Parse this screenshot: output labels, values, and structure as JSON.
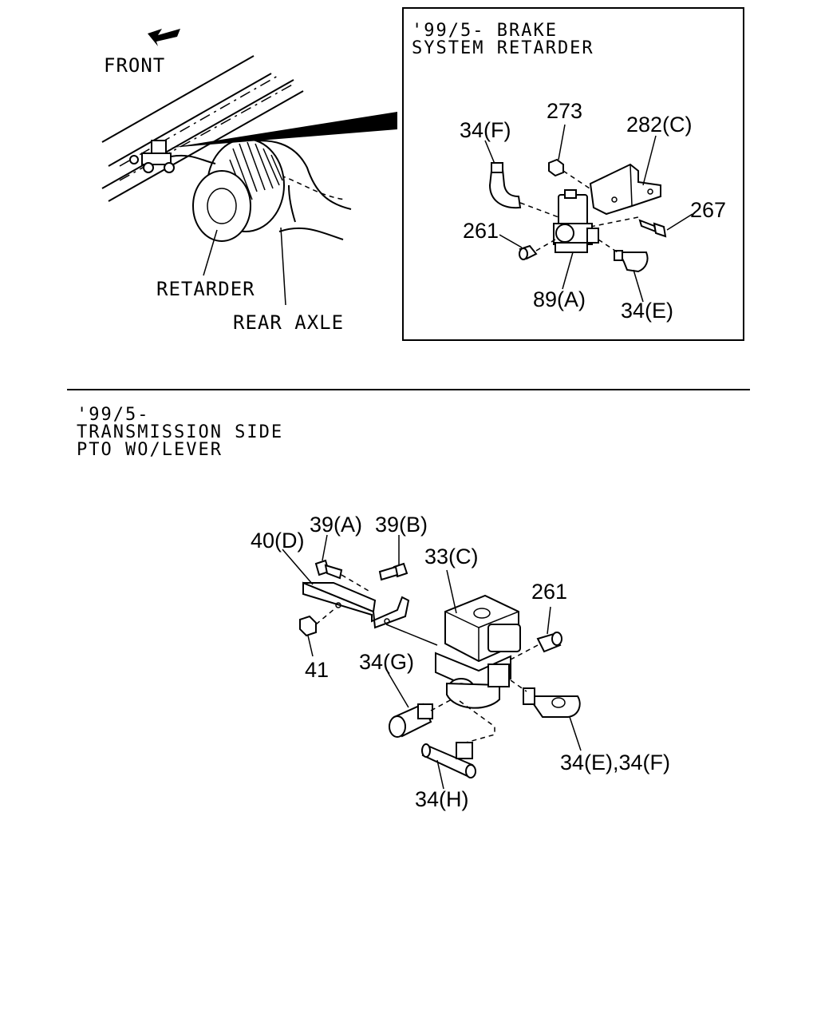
{
  "top_left": {
    "front_label": "FRONT",
    "retarder_label": "RETARDER",
    "rear_axle_label": "REAR AXLE"
  },
  "inset": {
    "header_line1": "'99/5- BRAKE",
    "header_line2": "SYSTEM RETARDER",
    "parts": {
      "p34f": "34(F)",
      "p273": "273",
      "p282c": "282(C)",
      "p267": "267",
      "p261": "261",
      "p89a": "89(A)",
      "p34e": "34(E)"
    }
  },
  "bottom": {
    "header_line1": "'99/5-",
    "header_line2": "TRANSMISSION SIDE",
    "header_line3": "PTO WO/LEVER",
    "parts": {
      "p40d": "40(D)",
      "p39a": "39(A)",
      "p39b": "39(B)",
      "p33c": "33(C)",
      "p261": "261",
      "p41": "41",
      "p34g": "34(G)",
      "p34ef": "34(E),34(F)",
      "p34h": "34(H)"
    }
  }
}
